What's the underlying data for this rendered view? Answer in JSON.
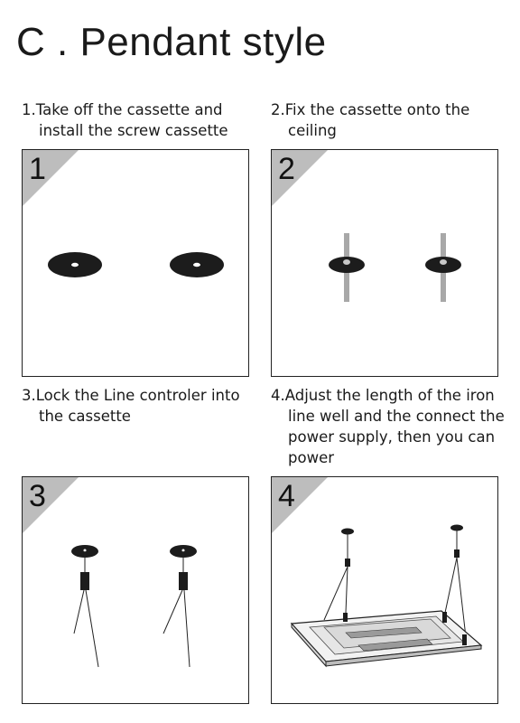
{
  "title": "C . Pendant style",
  "steps": [
    {
      "number": "1",
      "line1": "1.Take off the cassette and",
      "line2": "install the screw cassette",
      "line3": "",
      "line4": ""
    },
    {
      "number": "2",
      "line1": "2.Fix the cassette onto the",
      "line2": "ceiling",
      "line3": "",
      "line4": ""
    },
    {
      "number": "3",
      "line1": "3.Lock the Line controler into",
      "line2": "the cassette",
      "line3": "",
      "line4": ""
    },
    {
      "number": "4",
      "line1": "4.Adjust the length of the iron",
      "line2": "line well and the connect the",
      "line3": "power supply, then you can",
      "line4": "power"
    }
  ]
}
